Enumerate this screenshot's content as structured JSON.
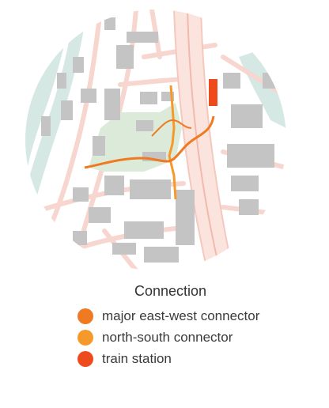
{
  "legend": {
    "title": "Connection",
    "items": [
      {
        "label": "major east-west connector",
        "color": "#f07a22",
        "icon": "orange-circle-icon"
      },
      {
        "label": "north-south connector",
        "color": "#f59a2a",
        "icon": "light-orange-circle-icon"
      },
      {
        "label": "train station",
        "color": "#ee4a1c",
        "icon": "red-circle-icon"
      }
    ]
  },
  "colors": {
    "river": "#d6e8e4",
    "park": "#dcebd9",
    "building": "#c4c4c4",
    "street": "#f6d6cf",
    "rail": "#f5c8bf",
    "station": "#ee4a1c",
    "eastwest": "#f07a22",
    "northsouth": "#f59a2a"
  }
}
